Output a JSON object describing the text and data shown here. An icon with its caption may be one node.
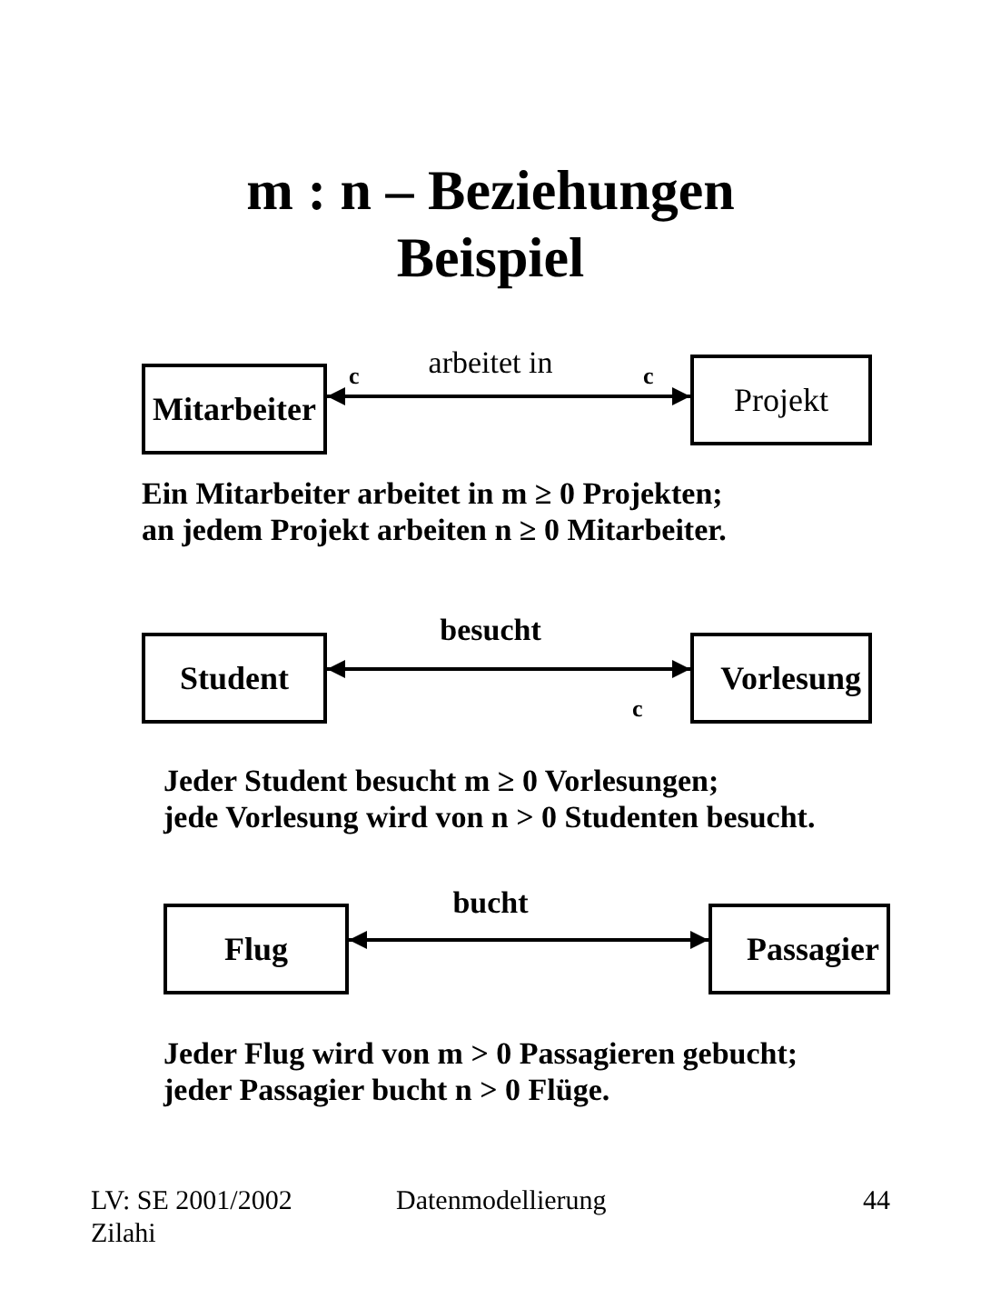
{
  "diagram": {
    "title": "m : n – Beziehungen Beispiel",
    "nodes": [
      {
        "text": [
          "Mitarbeiter"
        ]
      },
      {
        "text": [
          "Projekt"
        ]
      },
      {
        "text": [
          "Student"
        ]
      },
      {
        "text": [
          "Vorlesung"
        ]
      },
      {
        "text": [
          "Flug"
        ]
      },
      {
        "text": [
          "Passagier"
        ]
      }
    ],
    "edges": [
      {
        "from": 0,
        "to": 1,
        "arrow": "both",
        "label": "arbeitet in"
      },
      {
        "from": 2,
        "to": 3,
        "arrow": "both",
        "label": "besucht"
      },
      {
        "from": 4,
        "to": 5,
        "arrow": "both",
        "label": "bucht"
      }
    ],
    "labels": [
      "c",
      "c",
      "Ein Mitarbeiter arbeitet in m ≥ 0 Projekten; an jedem Projekt arbeiten n ≥ 0 Mitarbeiter.",
      "c",
      "Jeder Student besucht m ≥ 0 Vorlesungen; jede Vorlesung wird von n > 0 Studenten besucht.",
      "Jeder Flug wird von m > 0 Passagieren gebucht; jeder Passagier bucht n > 0 Flüge.",
      "LV: SE 2001/2002 Zilahi",
      "Datenmodellierung",
      "44"
    ]
  }
}
